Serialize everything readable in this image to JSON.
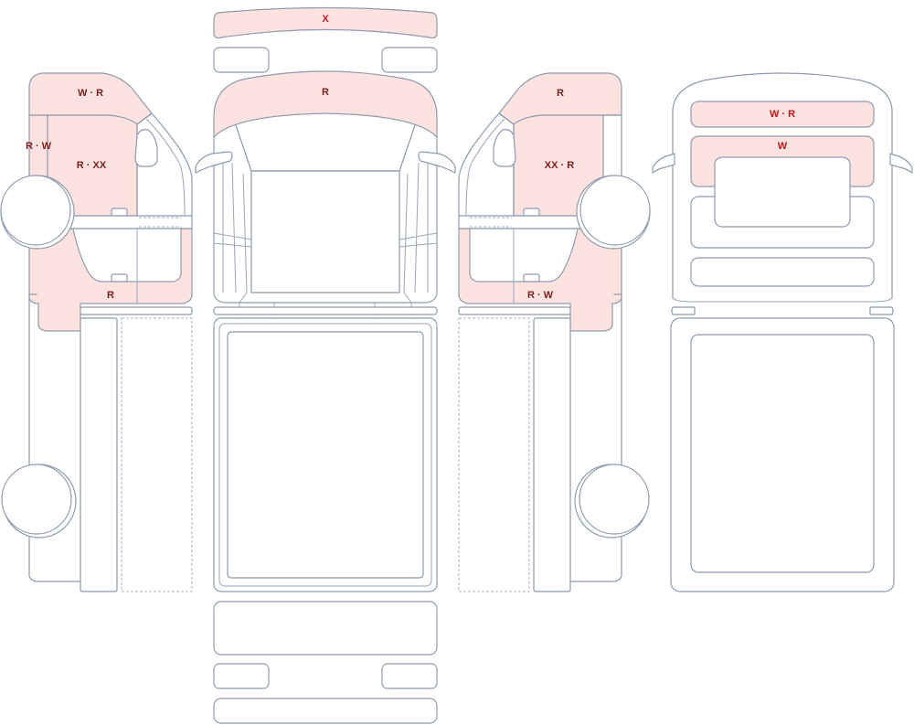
{
  "colors": {
    "outline": "#8e9bb0",
    "damage_fill": "#fde2df",
    "label_dark": "#7a1f1f",
    "label_red": "#c0161c"
  },
  "labels": {
    "roof": "X",
    "hood": "R",
    "left_top": "W · R",
    "left_pillar": "R · W",
    "left_door": "R · XX",
    "left_sill": "R",
    "right_top": "R",
    "right_door": "XX · R",
    "right_sill": "R · W",
    "rear_upper": "W · R",
    "rear_window": "W"
  }
}
